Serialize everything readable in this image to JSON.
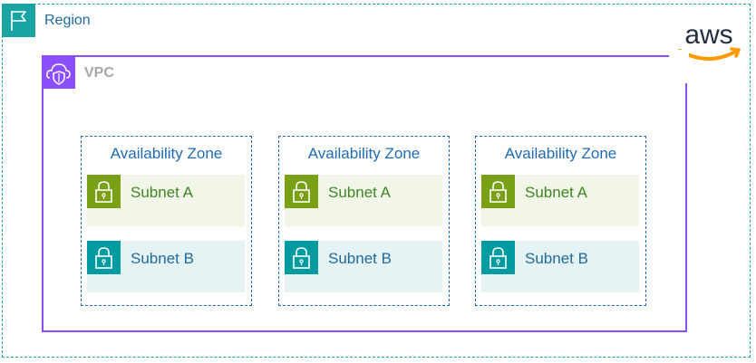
{
  "region": {
    "label": "Region",
    "icon": "flag-icon",
    "color": "#1aa3a3"
  },
  "aws_logo": {
    "text": "aws",
    "icon": "aws-logo"
  },
  "vpc": {
    "label": "VPC",
    "icon": "vpc-cloud-icon",
    "color": "#8c4fff"
  },
  "zones": [
    {
      "label": "Availability Zone",
      "subnets": [
        {
          "label": "Subnet A",
          "icon": "lock-icon"
        },
        {
          "label": "Subnet B",
          "icon": "lock-icon"
        }
      ]
    },
    {
      "label": "Availability Zone",
      "subnets": [
        {
          "label": "Subnet A",
          "icon": "lock-icon"
        },
        {
          "label": "Subnet B",
          "icon": "lock-icon"
        }
      ]
    },
    {
      "label": "Availability Zone",
      "subnets": [
        {
          "label": "Subnet A",
          "icon": "lock-icon"
        },
        {
          "label": "Subnet B",
          "icon": "lock-icon"
        }
      ]
    }
  ],
  "colors": {
    "subnet_a": "#7aa116",
    "subnet_b": "#009aa1",
    "zone_border": "#1f6bb5"
  }
}
